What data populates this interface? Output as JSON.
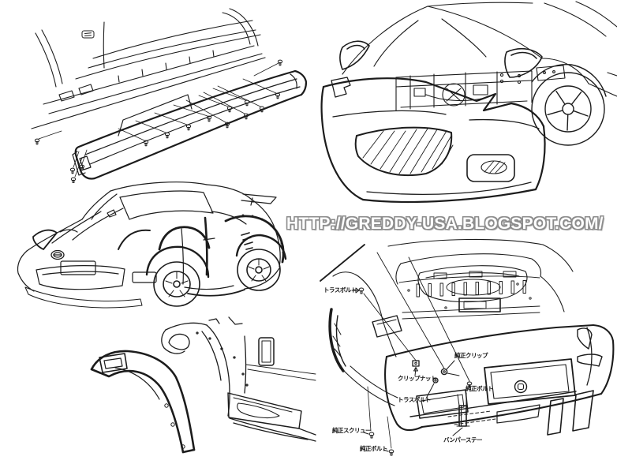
{
  "page": {
    "background": "#ffffff",
    "line_color": "#1c1c1c"
  },
  "watermark": {
    "url": "HTTP://GREDDY-USA.BLOGSPOT.COM/",
    "fill_color": "#ffffff",
    "outline_color": "#8c8c8c"
  },
  "rear_bumper_diagram": {
    "callouts": {
      "truss_bolt_upper": "トラスボルト",
      "oem_clip": "純正クリップ",
      "clip_nut": "クリップナット",
      "oem_bolt_upper": "純正ボルト",
      "truss_bolt_lower": "トラスボルト",
      "oem_screw": "純正スクリュー",
      "oem_bolt_lower": "純正ボルト",
      "bumper_stay": "バンパーステー"
    }
  }
}
